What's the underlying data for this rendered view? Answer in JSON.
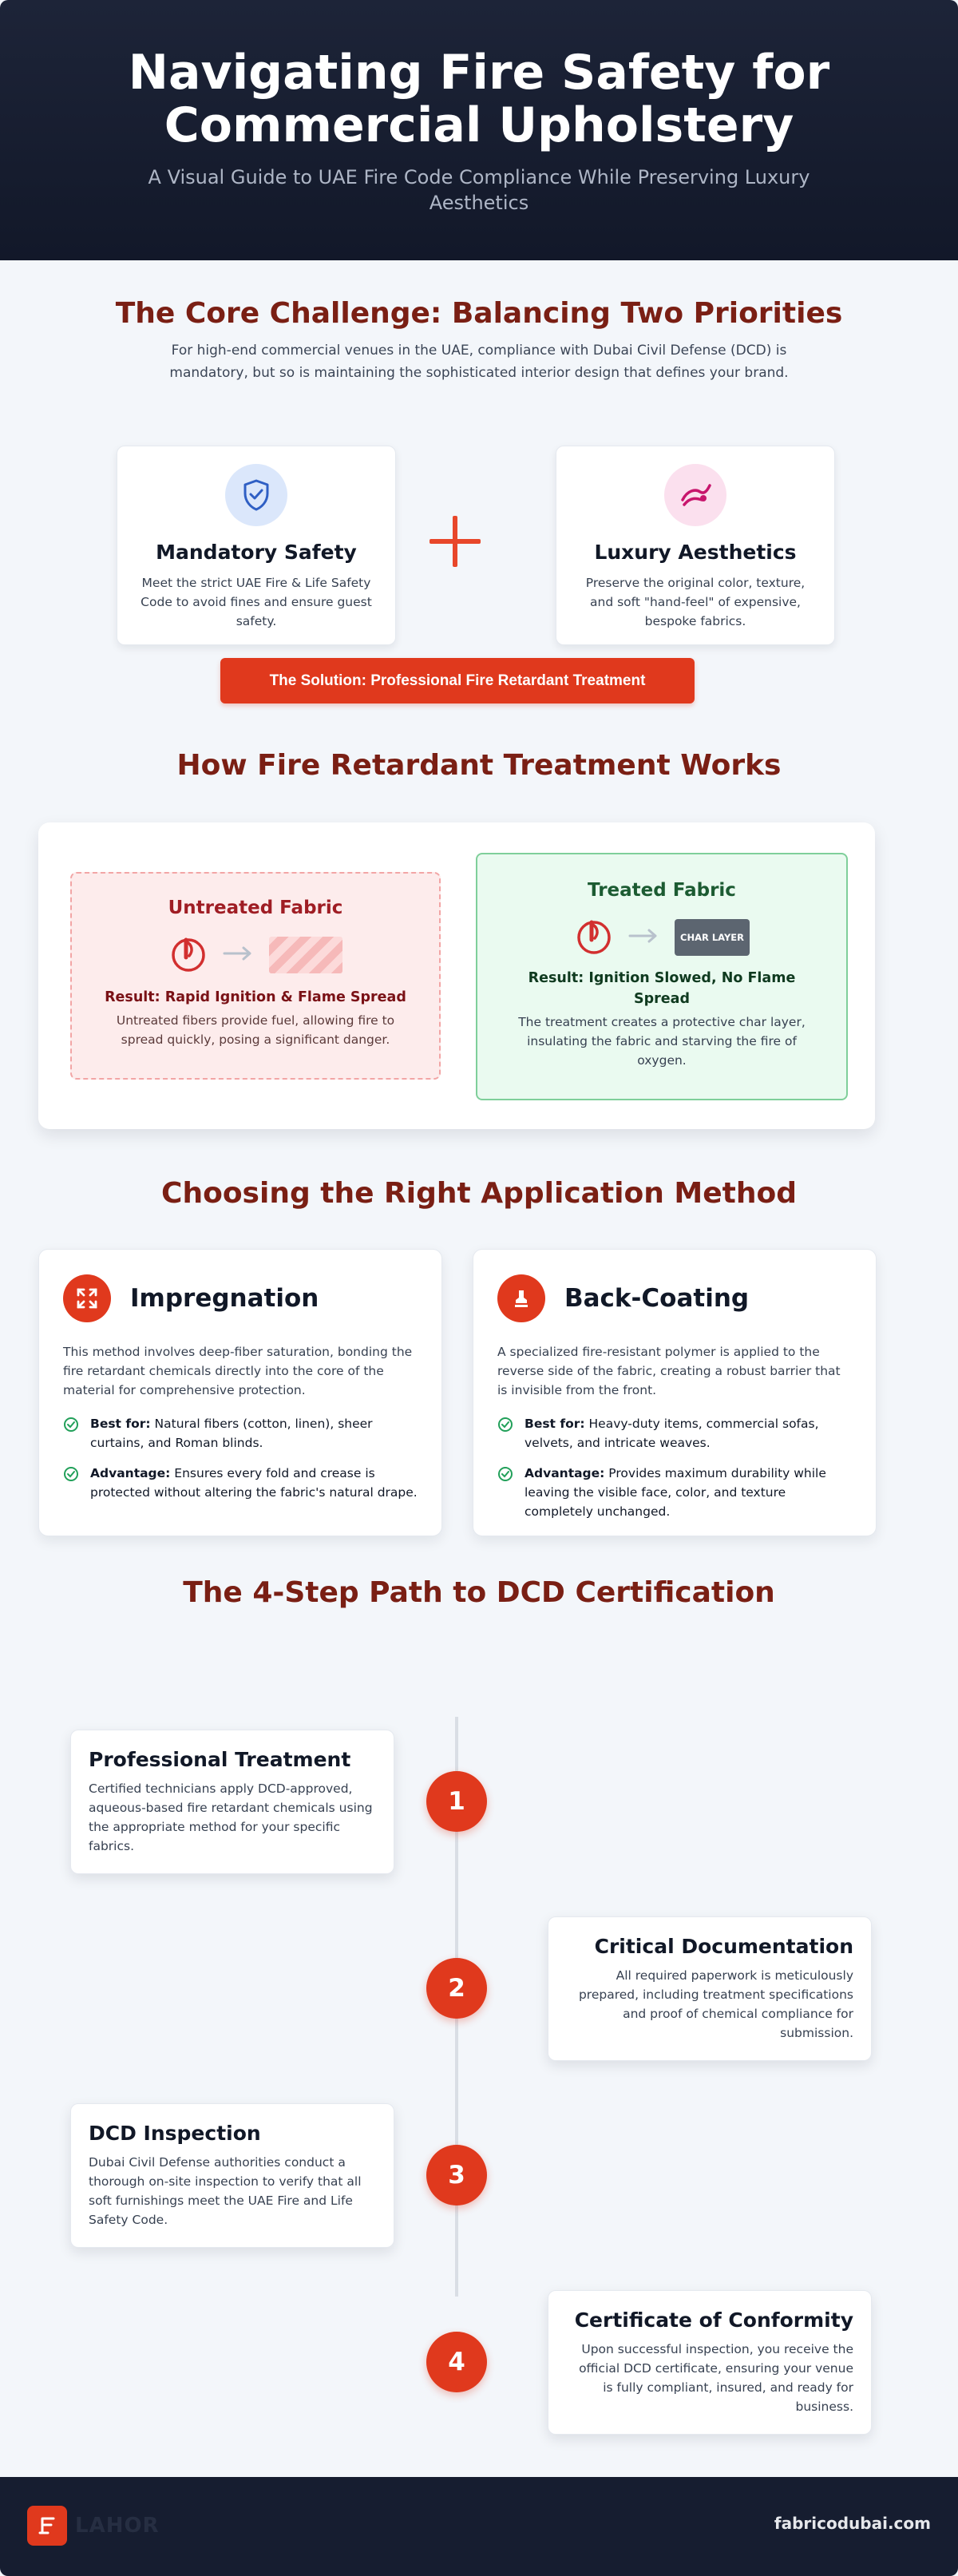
{
  "header": {
    "title_line1": "Navigating Fire Safety for",
    "title_line2": "Commercial Upholstery",
    "subtitle": "A Visual Guide to UAE Fire Code Compliance While Preserving Luxury Aesthetics"
  },
  "core": {
    "title": "The Core Challenge: Balancing Two Priorities",
    "description": "For high-end commercial venues in the UAE, compliance with Dubai Civil Defense (DCD) is mandatory, but so is maintaining the sophisticated interior design that defines your brand.",
    "cards": [
      {
        "title": "Mandatory Safety",
        "text": "Meet the strict UAE Fire & Life Safety Code to avoid fines and ensure guest safety.",
        "icon": "shield-check-icon"
      },
      {
        "title": "Luxury Aesthetics",
        "text": "Preserve the original color, texture, and soft \"hand-feel\" of expensive, bespoke fabrics.",
        "icon": "fabric-swatch-icon"
      }
    ],
    "solution_label": "The Solution: Professional Fire Retardant Treatment"
  },
  "how": {
    "title": "How Fire Retardant Treatment Works",
    "untreated": {
      "title": "Untreated Fabric",
      "result": "Result: Rapid Ignition & Flame Spread",
      "text": "Untreated fibers provide fuel, allowing fire to spread quickly, posing a significant danger."
    },
    "treated": {
      "title": "Treated Fabric",
      "char_label": "CHAR LAYER",
      "result": "Result: Ignition Slowed, No Flame Spread",
      "text": "The treatment creates a protective char layer, insulating the fabric and starving the fire of oxygen."
    }
  },
  "methods": {
    "title": "Choosing the Right Application Method",
    "items": [
      {
        "title": "Impregnation",
        "icon": "expand-arrows-icon",
        "description": "This method involves deep-fiber saturation, bonding the fire retardant chemicals directly into the core of the material for comprehensive protection.",
        "best_label": "Best for:",
        "best_text": " Natural fibers (cotton, linen), sheer curtains, and Roman blinds.",
        "adv_label": "Advantage:",
        "adv_text": " Ensures every fold and crease is protected without altering the fabric's natural drape."
      },
      {
        "title": "Back-Coating",
        "icon": "stamp-icon",
        "description": "A specialized fire-resistant polymer is applied to the reverse side of the fabric, creating a robust barrier that is invisible from the front.",
        "best_label": "Best for:",
        "best_text": " Heavy-duty items, commercial sofas, velvets, and intricate weaves.",
        "adv_label": "Advantage:",
        "adv_text": " Provides maximum durability while leaving the visible face, color, and texture completely unchanged."
      }
    ]
  },
  "steps": {
    "title": "The 4-Step Path to DCD Certification",
    "items": [
      {
        "num": "1",
        "title": "Professional Treatment",
        "text": "Certified technicians apply DCD-approved, aqueous-based fire retardant chemicals using the appropriate method for your specific fabrics."
      },
      {
        "num": "2",
        "title": "Critical Documentation",
        "text": "All required paperwork is meticulously prepared, including treatment specifications and proof of chemical compliance for submission."
      },
      {
        "num": "3",
        "title": "DCD Inspection",
        "text": "Dubai Civil Defense authorities conduct a thorough on-site inspection to verify that all soft furnishings meet the UAE Fire and Life Safety Code."
      },
      {
        "num": "4",
        "title": "Certificate of Conformity",
        "text": "Upon successful inspection, you receive the official DCD certificate, ensuring your venue is fully compliant, insured, and ready for business."
      }
    ]
  },
  "footer": {
    "logo_text": "LAHOR",
    "website": "fabricodubai.com"
  },
  "colors": {
    "accent": "#e0391d",
    "title_red": "#7a1f14",
    "header_bg": "#161d30"
  }
}
